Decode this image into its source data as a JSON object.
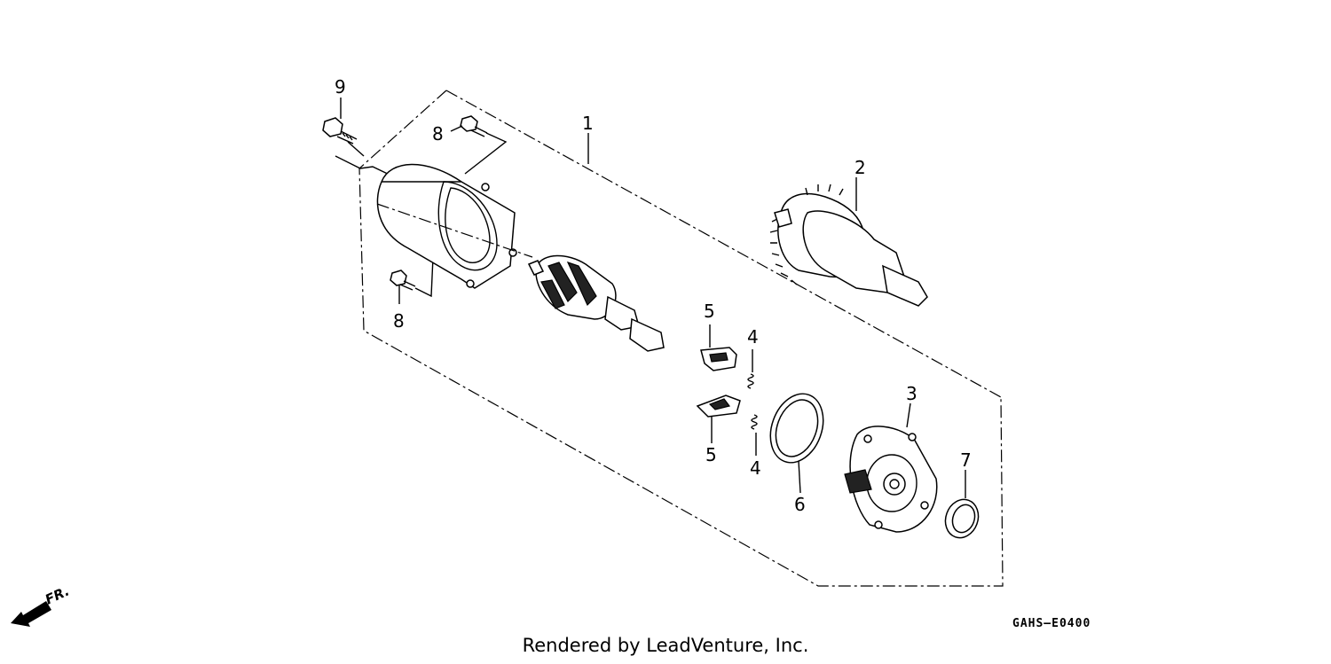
{
  "diagram": {
    "callouts": {
      "c1": "1",
      "c2": "2",
      "c3": "3",
      "c4a": "4",
      "c4b": "4",
      "c5a": "5",
      "c5b": "5",
      "c6": "6",
      "c7": "7",
      "c8a": "8",
      "c8b": "8",
      "c9": "9"
    },
    "direction_label": "FR.",
    "diagram_code": "GAHS–E0400",
    "credit": "Rendered by LeadVenture, Inc."
  }
}
